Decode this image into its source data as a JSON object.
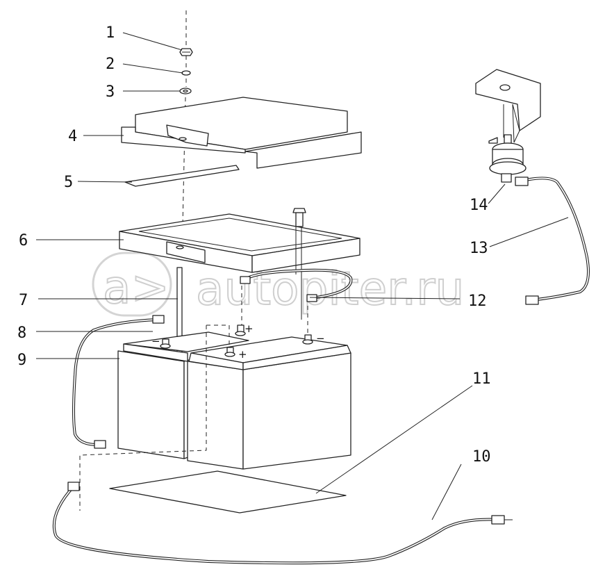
{
  "callouts": [
    {
      "id": "1",
      "label": "1"
    },
    {
      "id": "2",
      "label": "2"
    },
    {
      "id": "3",
      "label": "3"
    },
    {
      "id": "4",
      "label": "4"
    },
    {
      "id": "5",
      "label": "5"
    },
    {
      "id": "6",
      "label": "6"
    },
    {
      "id": "7",
      "label": "7"
    },
    {
      "id": "8",
      "label": "8"
    },
    {
      "id": "9",
      "label": "9"
    },
    {
      "id": "10",
      "label": "10"
    },
    {
      "id": "11",
      "label": "11"
    },
    {
      "id": "12",
      "label": "12"
    },
    {
      "id": "13",
      "label": "13"
    },
    {
      "id": "14",
      "label": "14"
    }
  ],
  "terminals": {
    "plus": "+",
    "minus": "−"
  },
  "watermark": {
    "logo": "a>",
    "text": "autopiter.ru"
  }
}
